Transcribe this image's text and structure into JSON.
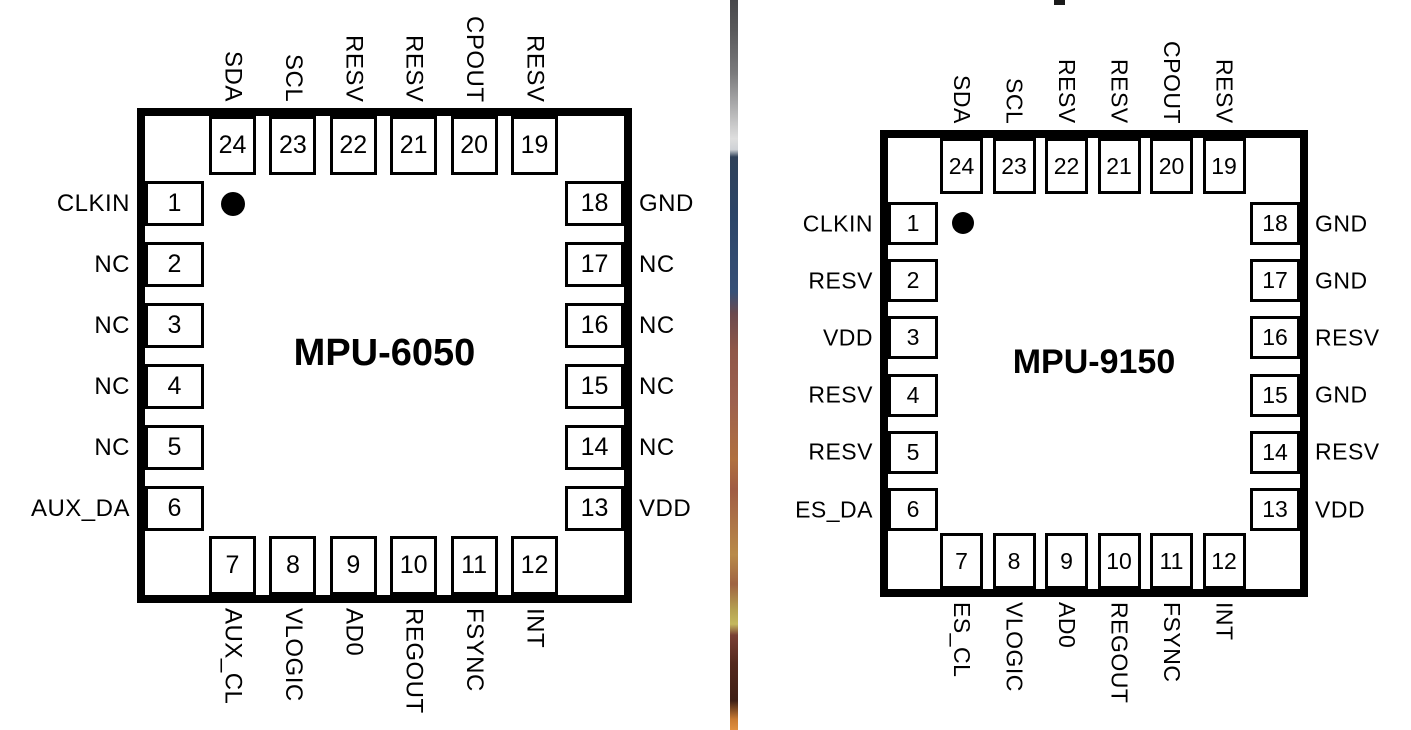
{
  "colors": {
    "background": "#ffffff",
    "diagram_ink": "#000000",
    "divider_gradient": [
      "#48484b",
      "#dedede",
      "#2c4568",
      "#8f5749",
      "#b0703f",
      "#b98a49",
      "#c4b85c",
      "#45221a",
      "#e09040"
    ]
  },
  "chips": [
    {
      "title": "MPU-6050",
      "top": [
        {
          "number": "24",
          "label": "SDA"
        },
        {
          "number": "23",
          "label": "SCL"
        },
        {
          "number": "22",
          "label": "RESV"
        },
        {
          "number": "21",
          "label": "RESV"
        },
        {
          "number": "20",
          "label": "CPOUT"
        },
        {
          "number": "19",
          "label": "RESV"
        }
      ],
      "left": [
        {
          "number": "1",
          "label": "CLKIN"
        },
        {
          "number": "2",
          "label": "NC"
        },
        {
          "number": "3",
          "label": "NC"
        },
        {
          "number": "4",
          "label": "NC"
        },
        {
          "number": "5",
          "label": "NC"
        },
        {
          "number": "6",
          "label": "AUX_DA"
        }
      ],
      "right": [
        {
          "number": "18",
          "label": "GND"
        },
        {
          "number": "17",
          "label": "NC"
        },
        {
          "number": "16",
          "label": "NC"
        },
        {
          "number": "15",
          "label": "NC"
        },
        {
          "number": "14",
          "label": "NC"
        },
        {
          "number": "13",
          "label": "VDD"
        }
      ],
      "bottom": [
        {
          "number": "7",
          "label": "AUX_CL"
        },
        {
          "number": "8",
          "label": "VLOGIC"
        },
        {
          "number": "9",
          "label": "AD0"
        },
        {
          "number": "10",
          "label": "REGOUT"
        },
        {
          "number": "11",
          "label": "FSYNC"
        },
        {
          "number": "12",
          "label": "INT"
        }
      ]
    },
    {
      "title": "MPU-9150",
      "top": [
        {
          "number": "24",
          "label": "SDA"
        },
        {
          "number": "23",
          "label": "SCL"
        },
        {
          "number": "22",
          "label": "RESV"
        },
        {
          "number": "21",
          "label": "RESV"
        },
        {
          "number": "20",
          "label": "CPOUT"
        },
        {
          "number": "19",
          "label": "RESV"
        }
      ],
      "left": [
        {
          "number": "1",
          "label": "CLKIN"
        },
        {
          "number": "2",
          "label": "RESV"
        },
        {
          "number": "3",
          "label": "VDD"
        },
        {
          "number": "4",
          "label": "RESV"
        },
        {
          "number": "5",
          "label": "RESV"
        },
        {
          "number": "6",
          "label": "ES_DA"
        }
      ],
      "right": [
        {
          "number": "18",
          "label": "GND"
        },
        {
          "number": "17",
          "label": "GND"
        },
        {
          "number": "16",
          "label": "RESV"
        },
        {
          "number": "15",
          "label": "GND"
        },
        {
          "number": "14",
          "label": "RESV"
        },
        {
          "number": "13",
          "label": "VDD"
        }
      ],
      "bottom": [
        {
          "number": "7",
          "label": "ES_CL"
        },
        {
          "number": "8",
          "label": "VLOGIC"
        },
        {
          "number": "9",
          "label": "AD0"
        },
        {
          "number": "10",
          "label": "REGOUT"
        },
        {
          "number": "11",
          "label": "FSYNC"
        },
        {
          "number": "12",
          "label": "INT"
        }
      ]
    }
  ]
}
